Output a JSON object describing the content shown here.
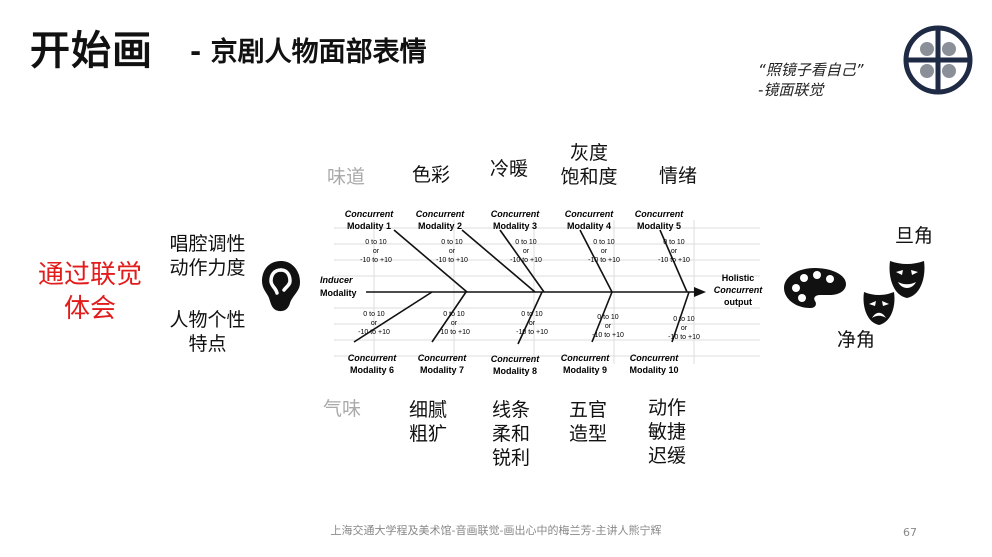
{
  "title": {
    "main": "开始画",
    "sub": "- 京剧人物面部表情"
  },
  "quote": {
    "line1": "“照镜子看自己”",
    "line2": "-镜面联觉"
  },
  "left": {
    "red_line1": "通过联觉",
    "red_line2": "体会",
    "top_line1": "唱腔调性",
    "top_line2": "动作力度",
    "bottom_line1": "人物个性",
    "bottom_line2": "特点"
  },
  "top_labels": {
    "taste": "味道",
    "color": "色彩",
    "warmcool": "冷暖",
    "gray_line1": "灰度",
    "gray_line2": "饱和度",
    "emotion": "情绪"
  },
  "bottom_labels": {
    "smell": "气味",
    "fine_line1": "细腻",
    "fine_line2": "粗犷",
    "line_line1": "线条",
    "line_line2": "柔和",
    "line_line3": "锐利",
    "face_line1": "五官",
    "face_line2": "造型",
    "move_line1": "动作",
    "move_line2": "敏捷",
    "move_line3": "迟缓"
  },
  "right": {
    "dan": "旦角",
    "jing": "净角"
  },
  "diagram": {
    "inducer_line1": "Inducer",
    "inducer_line2": "Modality",
    "output_line1": "Holistic",
    "output_line2": "Concurrent",
    "output_line3": "output",
    "concurrent_word": "Concurrent",
    "top_modalities": [
      "Modality 1",
      "Modality 2",
      "Modality 3",
      "Modality 4",
      "Modality 5"
    ],
    "bottom_modalities": [
      "Modality 6",
      "Modality 7",
      "Modality 8",
      "Modality 9",
      "Modality 10"
    ],
    "range_line1": "0 to 10",
    "range_line2": "or",
    "range_line3": "-10 to +10"
  },
  "footer": "上海交通大学程及美术馆-音画联觉-画出心中的梅兰芳-主讲人熊宁辉",
  "page_number": "67",
  "icons": [
    "ear-icon",
    "palette-icon",
    "happy-mask-icon",
    "sad-mask-icon",
    "logo-icon"
  ]
}
